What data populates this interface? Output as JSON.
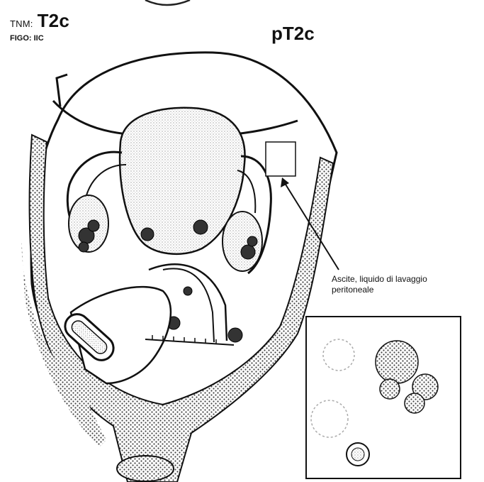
{
  "header": {
    "tnm_label": "TNM:",
    "tnm_stage": "T2c",
    "figo_label": "FIGO: IIC",
    "pathologic_stage": "pT2c"
  },
  "callout": {
    "line1": "Ascite, liquido di lavaggio",
    "line2": "peritoneale"
  }
}
